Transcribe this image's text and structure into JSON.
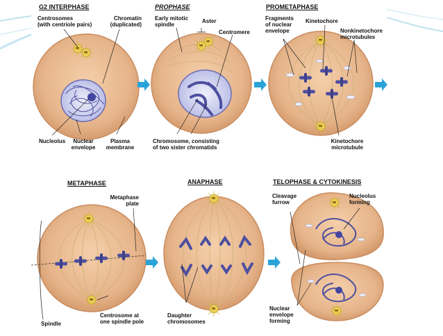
{
  "stages": {
    "g2": {
      "title": "G2 INTERPHASE"
    },
    "prophase": {
      "title": "PROPHASE"
    },
    "prometaphase": {
      "title": "PROMETAPHASE"
    },
    "metaphase": {
      "title": "METAPHASE"
    },
    "anaphase": {
      "title": "ANAPHASE"
    },
    "telophase": {
      "title": "TELOPHASE & CYTOKINESIS"
    }
  },
  "labels": {
    "centrosomes_1": "Centrosomes",
    "centrosomes_2": "(with centriole pairs)",
    "chromatin_1": "Chromatin",
    "chromatin_2": "(duplicated)",
    "nucleolus": "Nucleolus",
    "nuclear_envelope_1": "Nuclear",
    "nuclear_envelope_2": "envelope",
    "plasma_membrane_1": "Plasma",
    "plasma_membrane_2": "membrane",
    "early_spindle_1": "Early mitotic",
    "early_spindle_2": "spindle",
    "aster": "Aster",
    "centromere": "Centromere",
    "chromosome_1": "Chromosome, consisting",
    "chromosome_2": "of two sister chromatids",
    "fragments_1": "Fragments",
    "fragments_2": "of nuclear",
    "fragments_3": "envelope",
    "kinetochore": "Kinetochore",
    "nonkinetochore_1": "Nonkinetochore",
    "nonkinetochore_2": "microtubules",
    "kinetochore_mt_1": "Kinetochore",
    "kinetochore_mt_2": "microtubule",
    "metaphase_plate_1": "Metaphase",
    "metaphase_plate_2": "plate",
    "spindle": "Spindle",
    "centrosome_pole_1": "Centrosome at",
    "centrosome_pole_2": "one spindle pole",
    "daughter_1": "Daughter",
    "daughter_2": "chromosomes",
    "cleavage_1": "Cleavage",
    "cleavage_2": "furrow",
    "nucleolus_forming_1": "Nucleolus",
    "nucleolus_forming_2": "forming",
    "env_forming_1": "Nuclear",
    "env_forming_2": "envelope",
    "env_forming_3": "forming"
  },
  "colors": {
    "cell_fill": "#e6b48a",
    "cell_edge": "#c98d60",
    "chromosome": "#4d4fa0",
    "spindle": "#c9b070",
    "centrosome": "#f2d65a",
    "arrow": "#2aa3d8",
    "nucleus_fill": "#d6d7f0"
  }
}
